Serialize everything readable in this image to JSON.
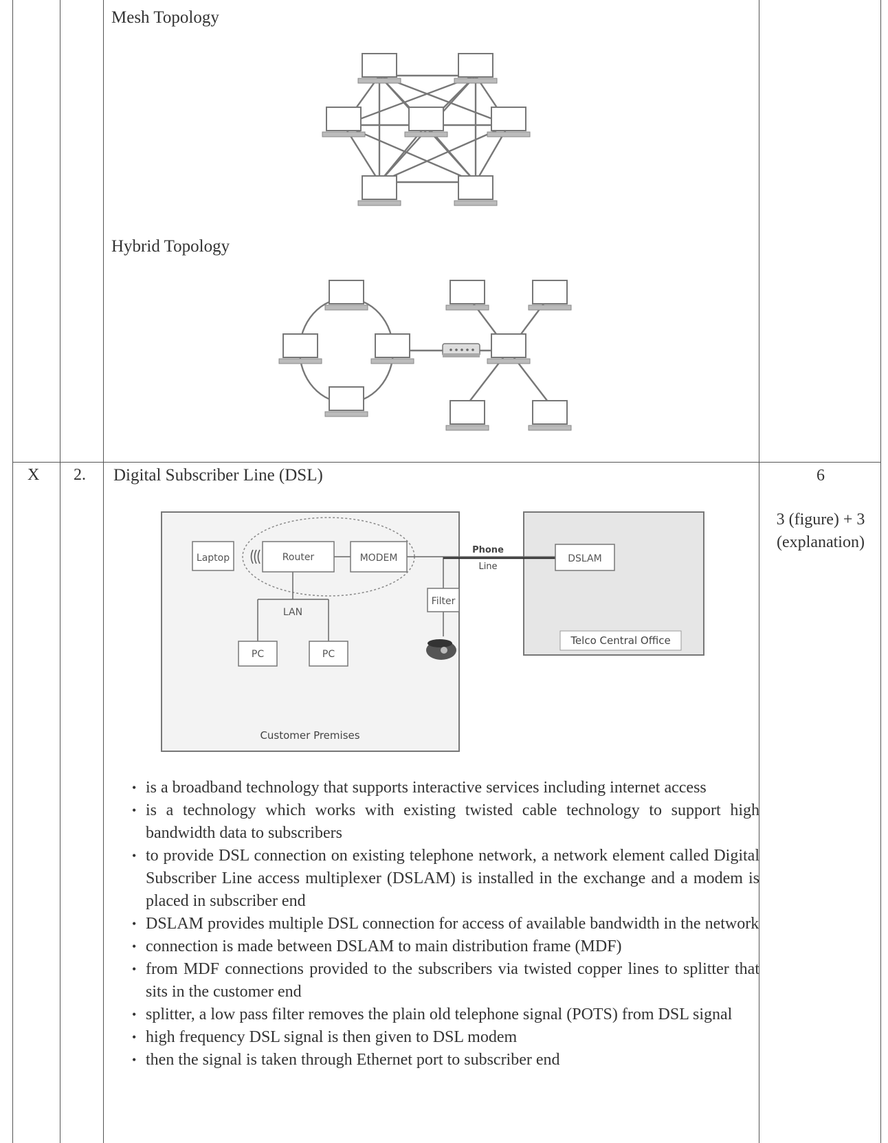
{
  "mesh": {
    "heading": "Mesh Topology"
  },
  "hybrid": {
    "heading": "Hybrid Topology"
  },
  "row": {
    "section": "X",
    "number": "2.",
    "title": "Digital Subscriber Line (DSL)"
  },
  "marks": {
    "total": "6",
    "breakdown_line1": "3 (figure) + 3",
    "breakdown_line2": "(explanation)"
  },
  "dsl_figure": {
    "laptop": "Laptop",
    "router": "Router",
    "modem": "MODEM",
    "phone_line_1": "Phone",
    "phone_line_2": "Line",
    "dslam": "DSLAM",
    "filter": "Filter",
    "lan": "LAN",
    "pc1": "PC",
    "pc2": "PC",
    "telco": "Telco Central Office",
    "customer": "Customer Premises"
  },
  "bullets": [
    "is a broadband technology that supports interactive services including internet access",
    "is a technology which works with existing twisted cable technology to support high bandwidth data to subscribers",
    "to provide DSL connection on existing telephone network, a network element called Digital Subscriber Line access multiplexer (DSLAM) is installed in the exchange and a modem is placed in subscriber end",
    "DSLAM provides multiple DSL connection for access of available bandwidth in the network",
    "connection is made between DSLAM to main distribution frame (MDF)",
    "from MDF connections provided to the subscribers via twisted copper lines to splitter that sits in the customer end",
    "splitter, a low pass filter removes the plain old telephone signal (POTS) from DSL signal",
    "high frequency DSL signal is then given to DSL modem",
    "then the signal is taken through Ethernet port to subscriber end"
  ]
}
